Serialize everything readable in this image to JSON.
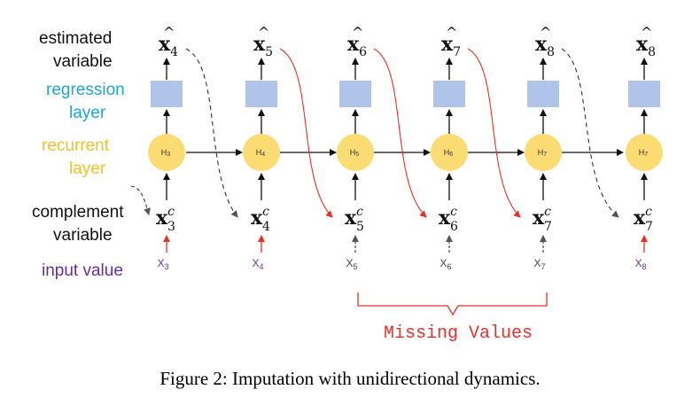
{
  "labels": {
    "estimated_line1": "estimated",
    "estimated_line2": "variable",
    "regression_line1": "regression",
    "regression_line2": "layer",
    "recurrent_line1": "recurrent",
    "recurrent_line2": "layer",
    "complement_line1": "complement",
    "complement_line2": "variable",
    "input_value": "input value"
  },
  "columns": [
    {
      "estimate_sub": "4",
      "hidden": "H",
      "hidden_sub": "3",
      "complement_sub": "3",
      "input": "X",
      "input_sub": "3",
      "input_missing": false
    },
    {
      "estimate_sub": "5",
      "hidden": "H",
      "hidden_sub": "4",
      "complement_sub": "4",
      "input": "X",
      "input_sub": "4",
      "input_missing": false
    },
    {
      "estimate_sub": "6",
      "hidden": "H",
      "hidden_sub": "5",
      "complement_sub": "5",
      "input": "X",
      "input_sub": "5",
      "input_missing": true
    },
    {
      "estimate_sub": "7",
      "hidden": "H",
      "hidden_sub": "6",
      "complement_sub": "6",
      "input": "X",
      "input_sub": "6",
      "input_missing": true
    },
    {
      "estimate_sub": "8",
      "hidden": "H",
      "hidden_sub": "7",
      "complement_sub": "7",
      "input": "X",
      "input_sub": "7",
      "input_missing": true
    },
    {
      "estimate_sub": "8",
      "hidden": "H",
      "hidden_sub": "7",
      "complement_sub": "7",
      "input": "X",
      "input_sub": "8",
      "input_missing": false
    }
  ],
  "math": {
    "estimate_base": "x",
    "hat": "^",
    "complement_base": "x",
    "complement_sup": "c"
  },
  "missing_label": "Missing Values",
  "caption": "Figure 2: Imputation with unidirectional dynamics.",
  "colors": {
    "regression": "#1ea6dc",
    "recurrent": "#f3c12a",
    "input": "#6a2ea3",
    "box_fill": "#b0c3e8",
    "node_fill": "#fbdc72",
    "red": "#e8302b",
    "missing_text": "#e8302b"
  }
}
